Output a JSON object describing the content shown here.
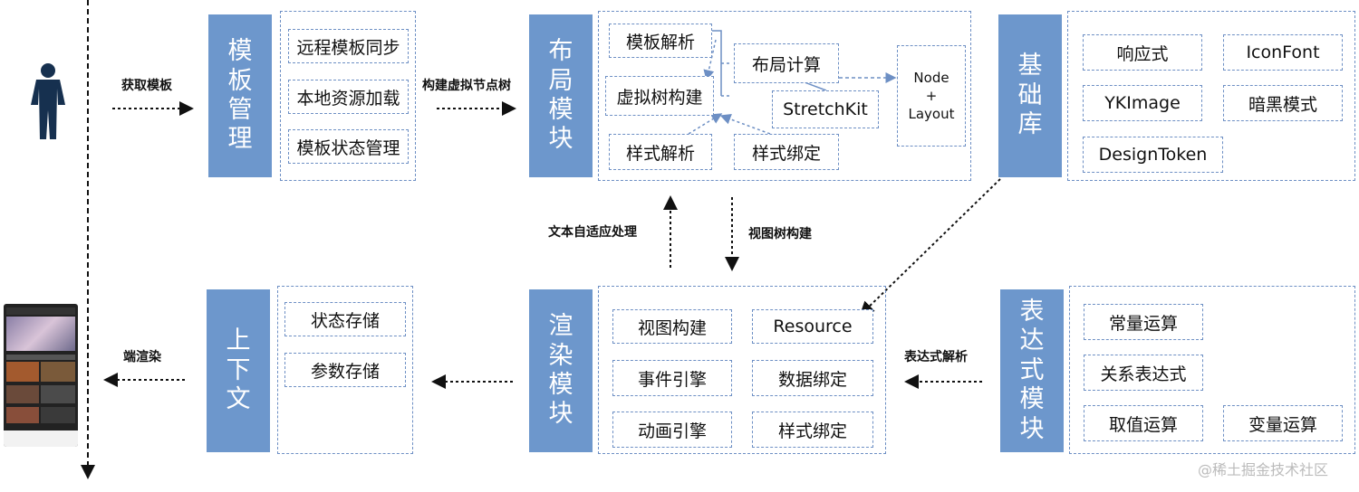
{
  "left_column": {
    "person_icon": "person-silhouette-icon",
    "phone_icon": "phone-screenshot-icon"
  },
  "arrows": {
    "get_template": "获取模板",
    "build_vnode_tree": "构建虚拟节点树",
    "text_adaptive": "文本自适应处理",
    "view_tree_build": "视图树构建",
    "render": "端渲染",
    "expression_parse": "表达式解析"
  },
  "template_module": {
    "title": "模板管理",
    "items": [
      "远程模板同步",
      "本地资源加载",
      "模板状态管理"
    ]
  },
  "layout_module": {
    "title": "布局模块",
    "template_parse": "模板解析",
    "vtree_build": "虚拟树构建",
    "style_parse": "样式解析",
    "layout_calc": "布局计算",
    "stretchkit": "StretchKit",
    "style_bind": "样式绑定",
    "node_layout": [
      "Node",
      "+",
      "Layout"
    ]
  },
  "base_lib": {
    "title": "基础库",
    "items": [
      "响应式",
      "IconFont",
      "YKImage",
      "暗黑模式",
      "DesignToken"
    ]
  },
  "context_module": {
    "title": "上下文",
    "items": [
      "状态存储",
      "参数存储"
    ]
  },
  "render_module": {
    "title": "渲染模块",
    "items": [
      "视图构建",
      "Resource",
      "事件引擎",
      "数据绑定",
      "动画引擎",
      "样式绑定"
    ]
  },
  "expr_module": {
    "title": "表达式模块",
    "items": [
      "常量运算",
      "关系表达式",
      "取值运算",
      "变量运算"
    ]
  },
  "watermark": "@稀土掘金技术社区",
  "colors": {
    "module_blue": "#6d97cc",
    "dash_blue": "#6d8fc4"
  }
}
